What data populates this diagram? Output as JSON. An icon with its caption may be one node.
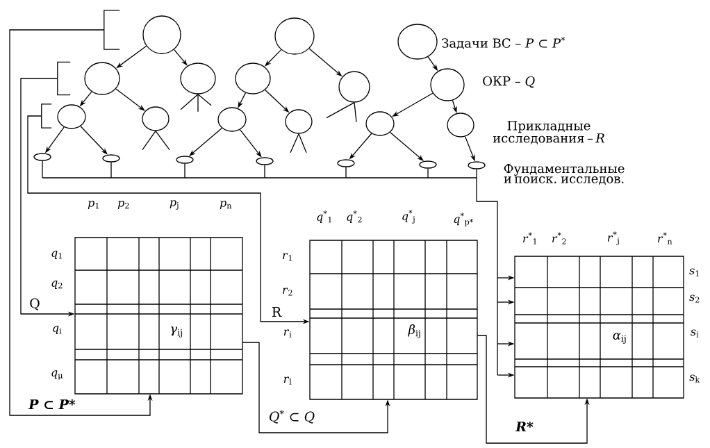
{
  "diagram": {
    "nodes": [
      {
        "text": [],
        "shape": "bracket"
      },
      {
        "text": [],
        "shape": "circle"
      },
      {
        "text": [],
        "shape": "circle"
      },
      {
        "text": [],
        "shape": "circle",
        "beside": [
          "Задачи ВС – *P* ⊂ *P*$^{*}$"
        ]
      },
      {
        "text": [],
        "shape": "bracket"
      },
      {
        "text": [],
        "shape": "circle"
      },
      {
        "text": [],
        "shape": "circle"
      },
      {
        "text": [],
        "shape": "circle"
      },
      {
        "text": [],
        "shape": "circle"
      },
      {
        "text": [],
        "shape": "circle",
        "beside": [
          "ОКР – *Q*"
        ]
      },
      {
        "text": [],
        "shape": "bracket"
      },
      {
        "text": [],
        "shape": "circle"
      },
      {
        "text": [],
        "shape": "circle"
      },
      {
        "text": [],
        "shape": "circle"
      },
      {
        "text": [],
        "shape": "circle"
      },
      {
        "text": [],
        "shape": "circle"
      },
      {
        "text": [],
        "shape": "circle",
        "beside": [
          "Прикладные исследования – *R*"
        ]
      },
      {
        "text": [],
        "shape": "ellipse"
      },
      {
        "text": [],
        "shape": "ellipse"
      },
      {
        "text": [],
        "shape": "ellipse"
      },
      {
        "text": [],
        "shape": "ellipse"
      },
      {
        "text": [],
        "shape": "ellipse"
      },
      {
        "text": [],
        "shape": "ellipse"
      },
      {
        "text": [],
        "shape": "ellipse",
        "beside": [
          "Фундаментальные и поиск. исследов."
        ]
      },
      {
        "text": [
          "*γ*$_{ij}$"
        ],
        "beside": [
          "*p*$_{1}$",
          "*p*$_{2}$",
          "*p*$_{j}$",
          "*p*$_{n}$",
          "*q*$_{1}$",
          "*q*$_{2}$",
          "*q*$_{i}$",
          "*q*$_{μ}$"
        ]
      },
      {
        "text": [
          "*β*$_{ij}$"
        ],
        "beside": [
          "*q*$^{*}$$_{1}$",
          "*q*$^{*}$$_{2}$",
          "*q*$^{*}$$_{j}$",
          "*q*$^{*}$$_{p*}$",
          "*r*$_{1}$",
          "*r*$_{2}$",
          "*r*$_{i}$",
          "*r*$_{l}$"
        ]
      },
      {
        "text": [
          "*α*$_{ij}$"
        ],
        "beside": [
          "*r*$^{*}$$_{1}$",
          "*r*$^{*}$$_{2}$",
          "*r*$^{*}$$_{j}$",
          "*r*$^{*}$$_{n}$",
          "*s*$_{1}$",
          "*s*$_{2}$",
          "*s*$_{i}$",
          "*s*$_{k}$"
        ]
      }
    ],
    "edges": [
      {
        "from": 1,
        "to": 5,
        "arrow": "to"
      },
      {
        "from": 1,
        "to": 6,
        "arrow": "to"
      },
      {
        "from": 5,
        "to": 11,
        "arrow": "to"
      },
      {
        "from": 5,
        "to": 12,
        "arrow": "to"
      },
      {
        "from": 11,
        "to": 17,
        "arrow": "to"
      },
      {
        "from": 11,
        "to": 18,
        "arrow": "to"
      },
      {
        "from": 2,
        "to": 7,
        "arrow": "to"
      },
      {
        "from": 2,
        "to": 8,
        "arrow": "to"
      },
      {
        "from": 7,
        "to": 13,
        "arrow": "to"
      },
      {
        "from": 7,
        "to": 14,
        "arrow": "to"
      },
      {
        "from": 13,
        "to": 19,
        "arrow": "to"
      },
      {
        "from": 13,
        "to": 20,
        "arrow": "to"
      },
      {
        "from": 3,
        "to": 9,
        "arrow": "to"
      },
      {
        "from": 9,
        "to": 15,
        "arrow": "to"
      },
      {
        "from": 9,
        "to": 16,
        "arrow": "to"
      },
      {
        "from": 15,
        "to": 21,
        "arrow": "to"
      },
      {
        "from": 15,
        "to": 22,
        "arrow": "to"
      },
      {
        "from": 16,
        "to": 23,
        "arrow": "to"
      },
      {
        "from": 6,
        "to": null,
        "arrow": "none"
      },
      {
        "from": 6,
        "to": null,
        "arrow": "none"
      },
      {
        "from": 6,
        "to": null,
        "arrow": "none"
      },
      {
        "from": 12,
        "to": null,
        "arrow": "none"
      },
      {
        "from": 12,
        "to": null,
        "arrow": "none"
      },
      {
        "from": 8,
        "to": null,
        "arrow": "none"
      },
      {
        "from": 8,
        "to": null,
        "arrow": "none"
      },
      {
        "from": 14,
        "to": null,
        "arrow": "none"
      },
      {
        "from": 14,
        "to": null,
        "arrow": "none"
      },
      {
        "from": 0,
        "to": 24,
        "arrow": "to",
        "label": "P ⊂ P*"
      },
      {
        "from": 4,
        "to": 24,
        "arrow": "to",
        "label": "Q"
      },
      {
        "from": 10,
        "to": 25,
        "arrow": "to",
        "label": "R"
      },
      {
        "from": 24,
        "to": 25,
        "arrow": "to",
        "label": "Q$^{*}$ ⊂ Q"
      },
      {
        "from": 25,
        "to": 26,
        "arrow": "to",
        "label": "R*"
      },
      {
        "from": 17,
        "to": 26,
        "arrow": "to"
      },
      {
        "from": 18,
        "to": 26,
        "arrow": "to"
      },
      {
        "from": 19,
        "to": 26,
        "arrow": "to"
      },
      {
        "from": 20,
        "to": 26,
        "arrow": "to"
      },
      {
        "from": 21,
        "to": 26,
        "arrow": "to"
      },
      {
        "from": 22,
        "to": 26,
        "arrow": "to"
      },
      {
        "from": 23,
        "to": 26,
        "arrow": "to"
      }
    ]
  }
}
